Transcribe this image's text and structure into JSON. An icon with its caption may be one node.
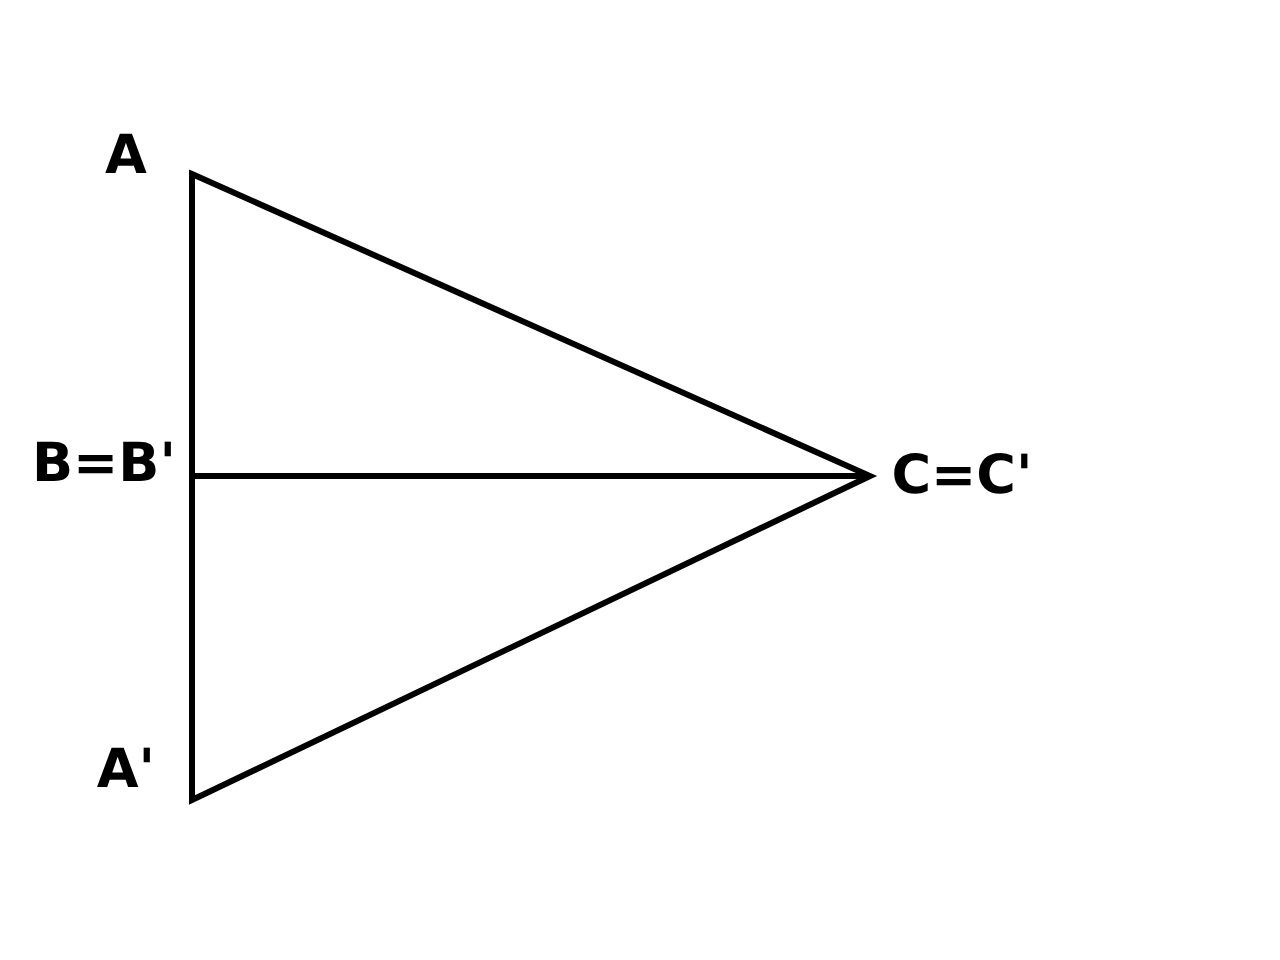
{
  "diagram": {
    "labels": [
      "A",
      "B=B'",
      "A'",
      "C=C'"
    ]
  }
}
